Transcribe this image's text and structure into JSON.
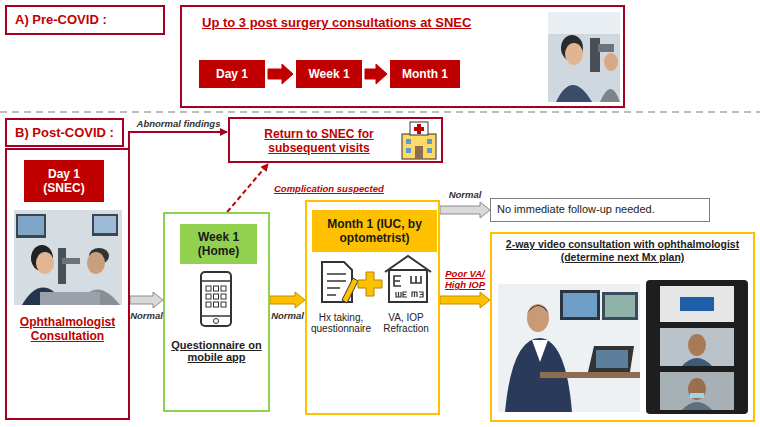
{
  "diagram": {
    "nodes": [
      {
        "text": [
          "A) Pre-COVID :"
        ]
      },
      {
        "text": [
          "Up to 3 post surgery consultations at SNEC"
        ]
      },
      {
        "text": [
          "Day 1"
        ],
        "in": 1
      },
      {
        "text": [
          "Week 1"
        ],
        "in": 1
      },
      {
        "text": [
          "Month 1"
        ],
        "in": 1
      },
      {
        "text": [
          "B) Post-COVID :"
        ]
      },
      {
        "text": [
          "Ophthalmologist Consultation"
        ]
      },
      {
        "text": [
          "Day 1 (SNEC)"
        ],
        "in": 6
      },
      {
        "text": [
          "Return to SNEC for subsequent visits"
        ]
      },
      {
        "text": [
          "Questionnaire on mobile app"
        ]
      },
      {
        "text": [
          "Week 1 (Home)"
        ],
        "in": 9
      },
      {
        "text": [
          "Hx taking, questionnaire",
          "VA, IOP Refraction"
        ]
      },
      {
        "text": [
          "Month 1 (IUC, by optometrist)"
        ],
        "in": 11
      },
      {
        "text": [
          "No immediate follow-up needed."
        ]
      },
      {
        "text": [
          "2-way video consultation with ophthalmologist (determine next Mx plan)"
        ]
      }
    ],
    "edges": [
      {
        "from": 2,
        "to": 3,
        "arrow": "to"
      },
      {
        "from": 3,
        "to": 4,
        "arrow": "to"
      },
      {
        "from": 6,
        "to": 8,
        "label": "Abnormal findings",
        "arrow": "to"
      },
      {
        "from": 6,
        "to": 9,
        "label": "Normal",
        "arrow": "to"
      },
      {
        "from": 9,
        "to": 8,
        "label": "Complication suspected",
        "arrow": "to"
      },
      {
        "from": 9,
        "to": 11,
        "label": "Normal",
        "arrow": "to"
      },
      {
        "from": 11,
        "to": 13,
        "label": "Normal",
        "arrow": "to"
      },
      {
        "from": 11,
        "to": 14,
        "label": "Poor VA/ High IOP",
        "arrow": "to"
      }
    ]
  }
}
